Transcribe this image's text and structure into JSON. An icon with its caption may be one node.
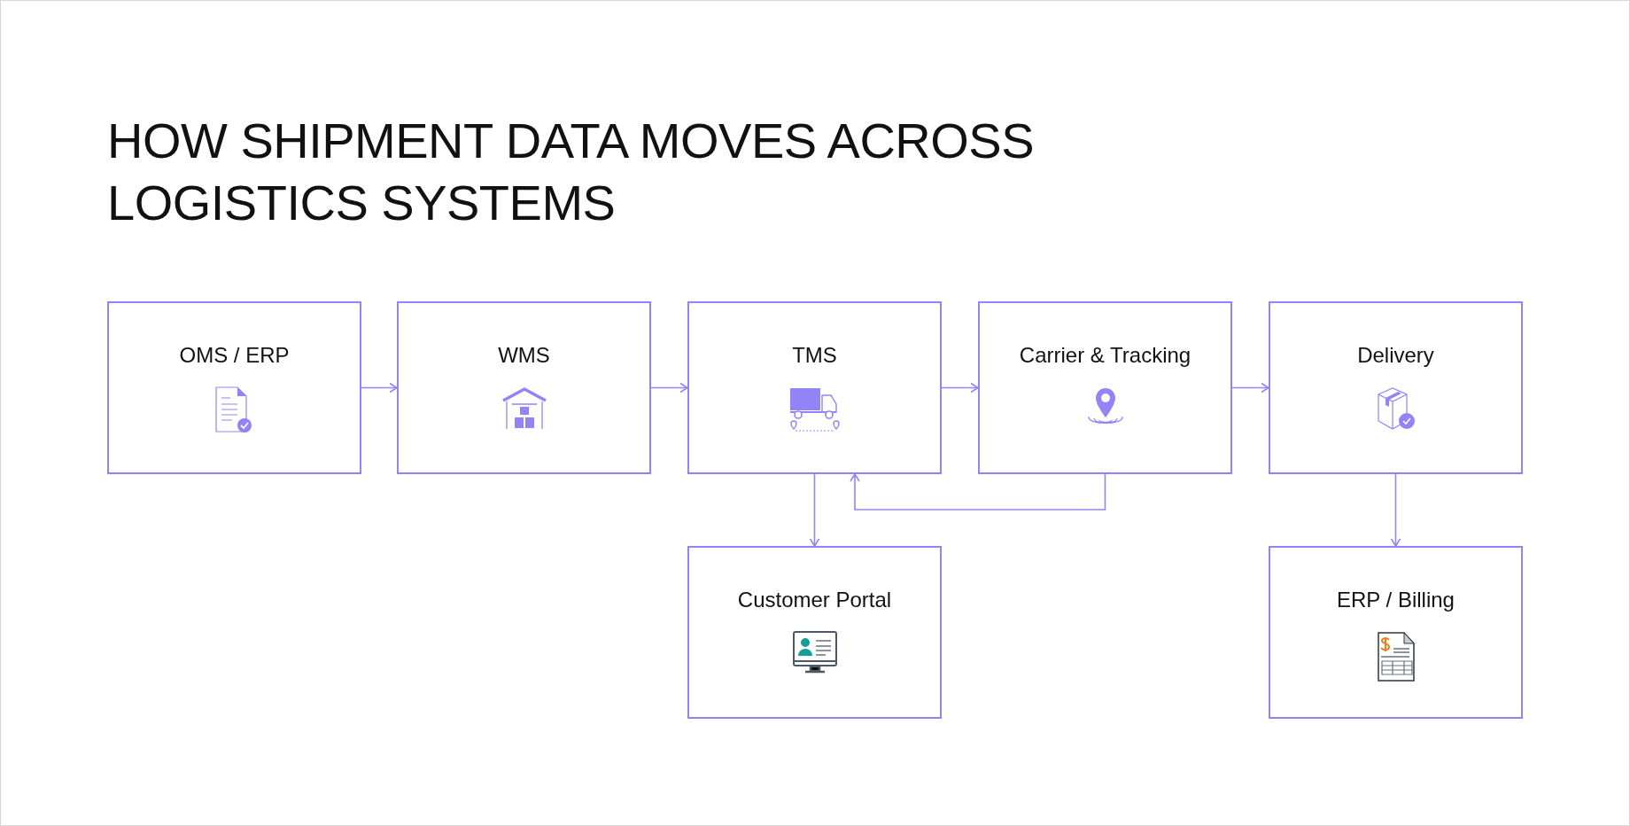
{
  "diagram": {
    "title": "HOW SHIPMENT DATA MOVES ACROSS LOGISTICS SYSTEMS",
    "nodes": [
      {
        "text": [
          "OMS / ERP"
        ]
      },
      {
        "text": [
          "WMS"
        ]
      },
      {
        "text": [
          "TMS"
        ]
      },
      {
        "text": [
          "Carrier & Tracking"
        ]
      },
      {
        "text": [
          "Delivery"
        ]
      },
      {
        "text": [
          "Customer Portal"
        ]
      },
      {
        "text": [
          "ERP / Billing"
        ]
      }
    ],
    "edges": [
      {
        "from": 0,
        "to": 1,
        "arrow": "to"
      },
      {
        "from": 1,
        "to": 2,
        "arrow": "to"
      },
      {
        "from": 2,
        "to": 3,
        "arrow": "to"
      },
      {
        "from": 3,
        "to": 4,
        "arrow": "to"
      },
      {
        "from": 2,
        "to": 5,
        "arrow": "to"
      },
      {
        "from": 3,
        "to": 2,
        "arrow": "to"
      },
      {
        "from": 4,
        "to": 6,
        "arrow": "to"
      }
    ]
  }
}
